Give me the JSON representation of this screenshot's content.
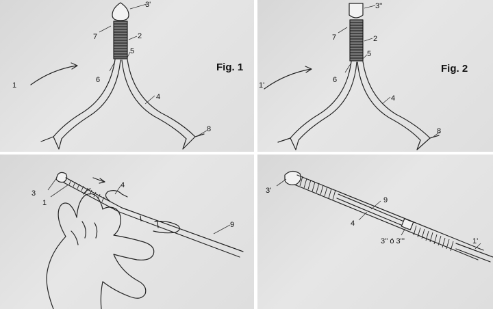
{
  "panel1": {
    "caption": "Fig. 1",
    "labels": {
      "ref1": "1",
      "ref2": "2",
      "ref3": "3'",
      "ref4": "4",
      "ref5": "5",
      "ref6": "6",
      "ref7": "7",
      "ref8": "8"
    }
  },
  "panel2": {
    "caption": "Fig. 2",
    "labels": {
      "ref1": "1'",
      "ref2": "2",
      "ref3": "3''",
      "ref4": "4",
      "ref5": "5",
      "ref6": "6",
      "ref7": "7",
      "ref8": "8"
    }
  },
  "panel3": {
    "labels": {
      "ref3": "3",
      "ref1": "1",
      "ref4": "4",
      "ref9": "9"
    }
  },
  "panel4": {
    "labels": {
      "ref3": "3'",
      "ref9": "9",
      "ref4": "4",
      "ref3b": "3'' ó 3'''",
      "ref1b": "1'"
    }
  }
}
